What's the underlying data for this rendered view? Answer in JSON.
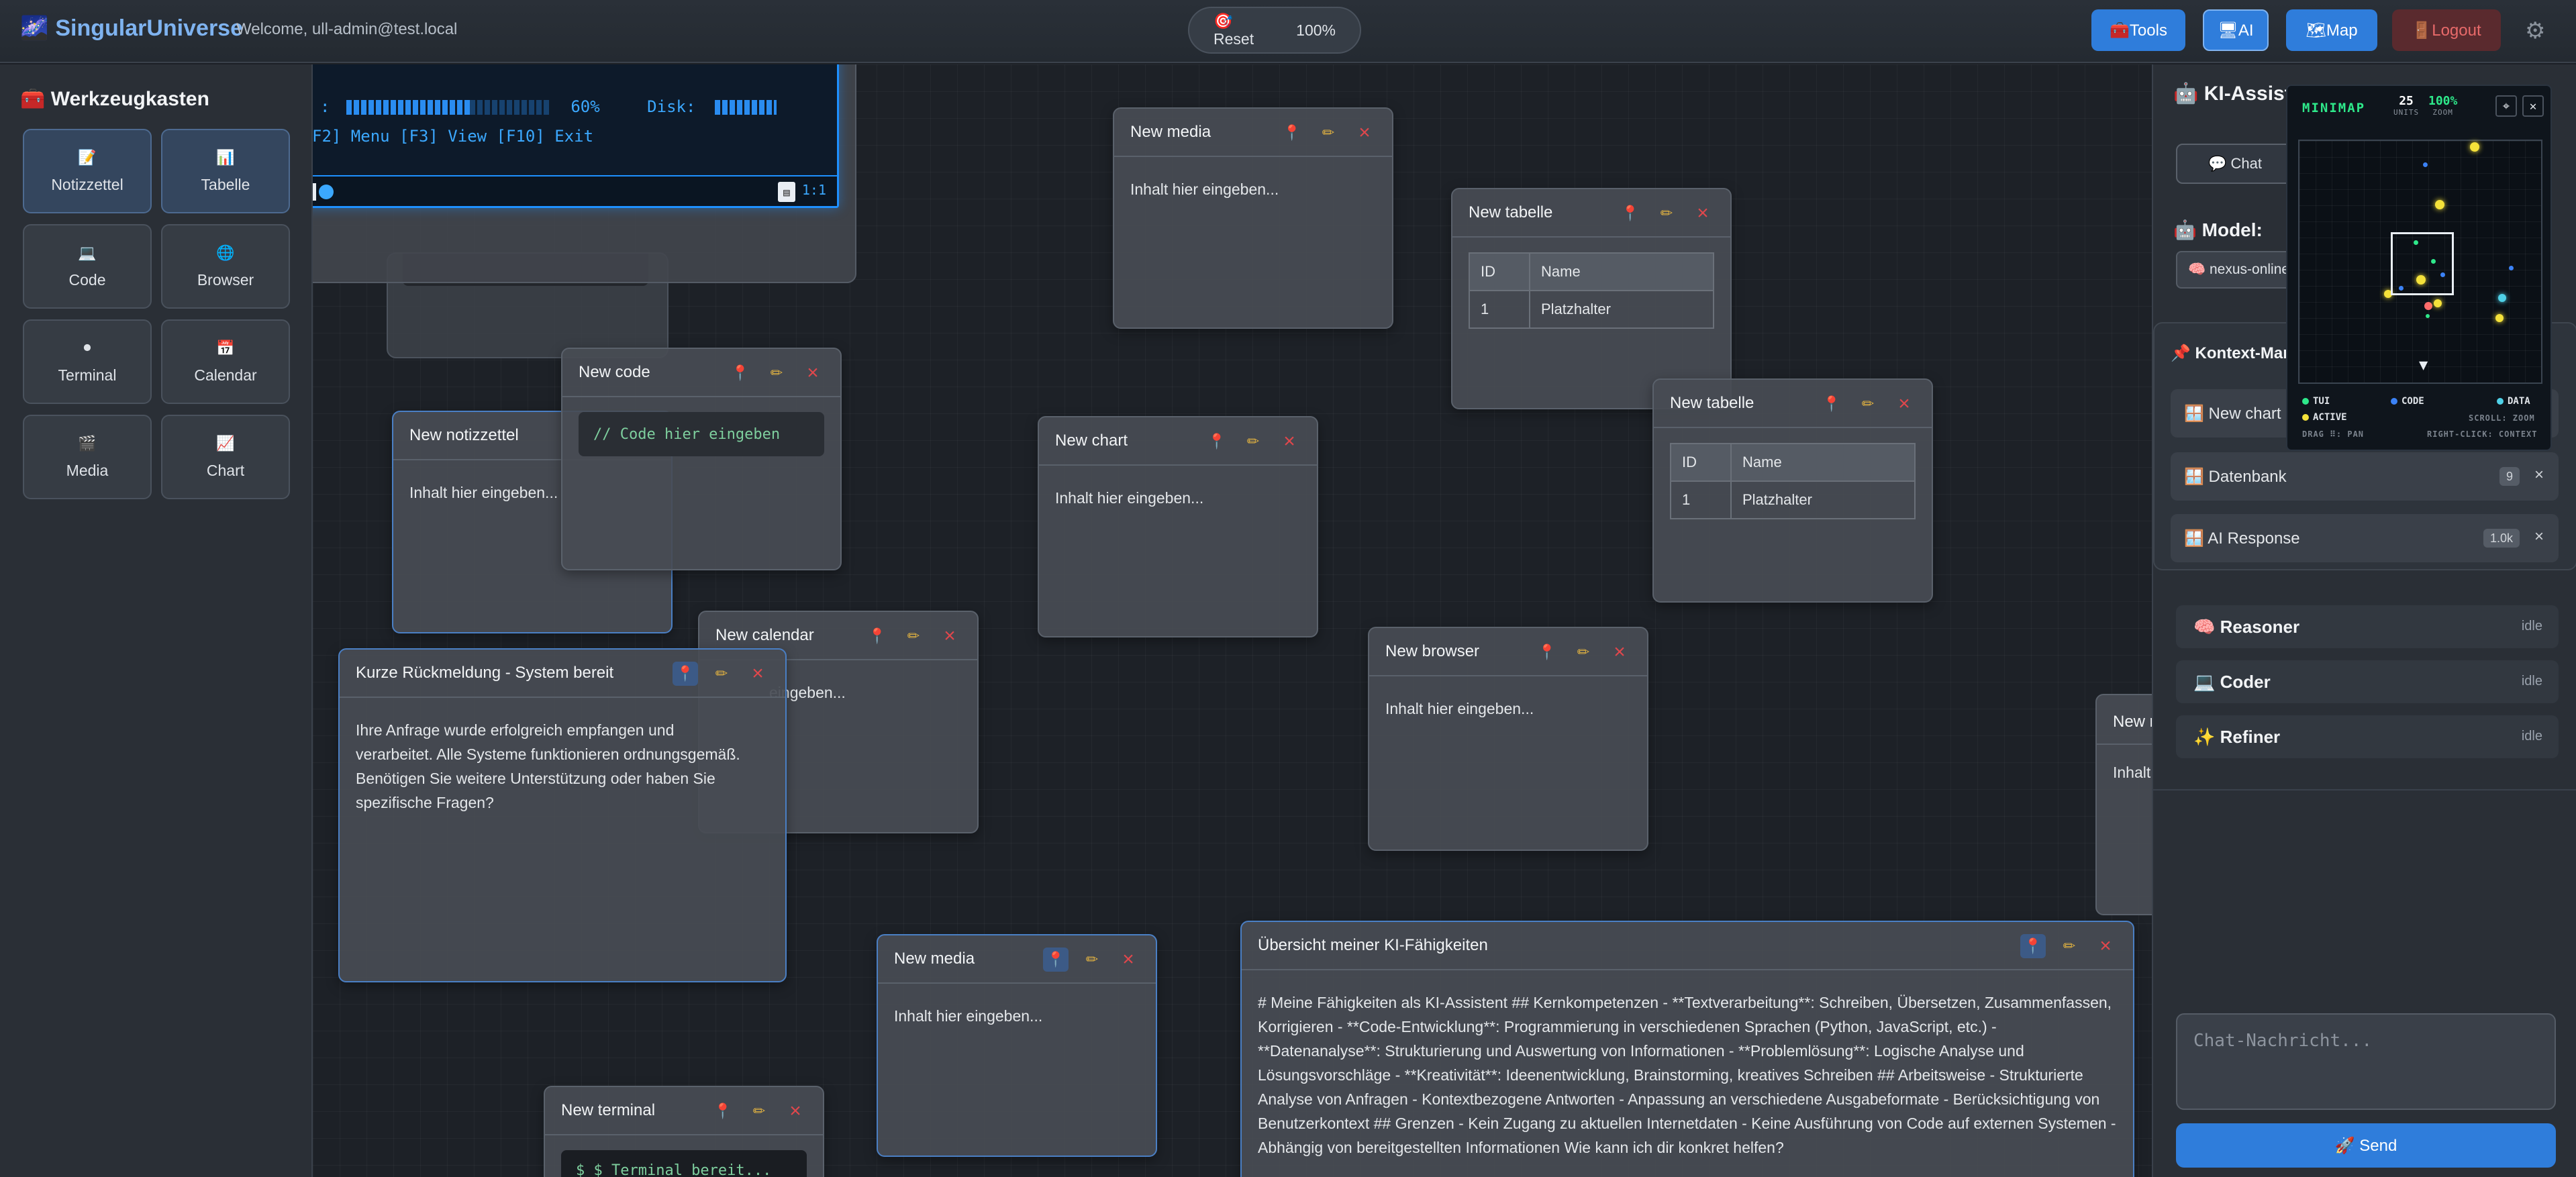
{
  "topbar": {
    "brand": "SingularUniverse",
    "brand_icon": "🌌",
    "welcome": "Welcome, ull-admin@test.local",
    "reset_label": "🎯 Reset",
    "zoom": "100%",
    "tools_label": "🧰Tools",
    "ai_label": "🖥AI",
    "map_label": "🗺Map",
    "logout_label": "🚪Logout",
    "settings_icon": "⚙"
  },
  "toolbox": {
    "title": "🧰 Werkzeugkasten",
    "items": [
      {
        "icon": "📝",
        "label": "Notizzettel"
      },
      {
        "icon": "📊",
        "label": "Tabelle"
      },
      {
        "icon": "💻",
        "label": "Code"
      },
      {
        "icon": "🌐",
        "label": "Browser"
      },
      {
        "icon": "⚫",
        "label": "Terminal"
      },
      {
        "icon": "📅",
        "label": "Calendar"
      },
      {
        "icon": "🎬",
        "label": "Media"
      },
      {
        "icon": "📈",
        "label": "Chart"
      }
    ]
  },
  "tui": {
    "bar_text": ":",
    "cpu_pct": "60%",
    "disk_label": "Disk:",
    "menu_line": "F2] Menu  [F3] View  [F10] Exit",
    "ratio": "1:1"
  },
  "windows": {
    "media1": {
      "title": "New media",
      "body": "Inhalt hier eingeben..."
    },
    "tabelle1": {
      "title": "New tabelle",
      "col_id": "ID",
      "col_name": "Name",
      "row_id": "1",
      "row_name": "Platzhalter"
    },
    "tabelle2": {
      "title": "New tabelle",
      "col_id": "ID",
      "col_name": "Name",
      "row_id": "1",
      "row_name": "Platzhalter"
    },
    "code": {
      "title": "New code",
      "body": "// Code hier eingeben"
    },
    "notiz": {
      "title": "New notizzettel",
      "body": "Inhalt hier eingeben..."
    },
    "chart": {
      "title": "New chart",
      "body": "Inhalt hier eingeben..."
    },
    "calendar": {
      "title": "New calendar",
      "body": "eingeben..."
    },
    "browser": {
      "title": "New browser",
      "body": "Inhalt hier eingeben..."
    },
    "feedback": {
      "title": "Kurze Rückmeldung - System bereit",
      "body": "Ihre Anfrage wurde erfolgreich empfangen und verarbeitet. Alle Systeme funktionieren ordnungsgemäß. Benötigen Sie weitere Unterstützung oder haben Sie spezifische Fragen?"
    },
    "media2": {
      "title": "New media",
      "body": "Inhalt hier eingeben..."
    },
    "terminal": {
      "title": "New terminal",
      "body": "$ $ Terminal bereit..."
    },
    "ki": {
      "title": "Übersicht meiner KI-Fähigkeiten",
      "body": "# Meine Fähigkeiten als KI-Assistent ## Kernkompetenzen - **Textverarbeitung**: Schreiben, Übersetzen, Zusammenfassen, Korrigieren - **Code-Entwicklung**: Programmierung in verschiedenen Sprachen (Python, JavaScript, etc.) - **Datenanalyse**: Strukturierung und Auswertung von Informationen - **Problemlösung**: Logische Analyse und Lösungsvorschläge - **Kreativität**: Ideenentwicklung, Brainstorming, kreatives Schreiben ## Arbeitsweise - Strukturierte Analyse von Anfragen - Kontextbezogene Antworten - Anpassung an verschiedene Ausgabeformate - Berücksichtigung von Benutzerkontext ## Grenzen - Kein Zugang zu aktuellen Internetdaten - Keine Ausführung von Code auf externen Systemen - Abhängig von bereitgestellten Informationen Wie kann ich dir konkret helfen?"
    },
    "peek": {
      "title": "New n",
      "body": "Inhalt"
    }
  },
  "rpanel": {
    "title": "🤖 KI-Assista",
    "chat_tab": "💬 Chat",
    "model_label": "🤖 Model:",
    "model_value": "🧠 nexus-online/",
    "ctx_title": "📌 Kontext-Mana",
    "ctx_items": [
      {
        "label": "🪟 New chart",
        "badge": "",
        "x": ""
      },
      {
        "label": "🪟 Datenbank",
        "badge": "9",
        "x": "×"
      },
      {
        "label": "🪟 AI Response",
        "badge": "1.0k",
        "x": "×"
      }
    ],
    "agents": [
      {
        "label": "🧠 Reasoner",
        "status": "idle"
      },
      {
        "label": "💻 Coder",
        "status": "idle"
      },
      {
        "label": "✨ Refiner",
        "status": "idle"
      }
    ],
    "chat_placeholder": "Chat-Nachricht...",
    "send_label": "🚀 Send"
  },
  "minimap": {
    "title": "MINIMAP",
    "units_value": "25",
    "units_label": "UNITS",
    "zoom_value": "100%",
    "zoom_label": "ZOOM",
    "center_icon": "⌖",
    "close_icon": "✕",
    "legend_tui": "TUI",
    "legend_code": "CODE",
    "legend_data": "DATA",
    "legend_active": "ACTIVE",
    "hint_scroll": "SCROLL: ZOOM",
    "hint_drag": "DRAG ⠿: PAN",
    "hint_right": "RIGHT-CLICK: CONTEXT"
  }
}
